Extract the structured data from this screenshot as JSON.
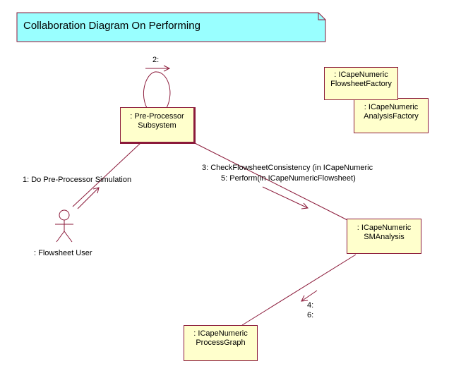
{
  "note": {
    "title": "Collaboration Diagram On Performing"
  },
  "objects": {
    "preprocessor": {
      "line1": ": Pre-Processor",
      "line2": "Subsystem"
    },
    "flowsheet_factory": {
      "line1": ": ICapeNumeric",
      "line2": "FlowsheetFactory"
    },
    "analysis_factory": {
      "line1": ": ICapeNumeric",
      "line2": "AnalysisFactory"
    },
    "sm_analysis": {
      "line1": ": ICapeNumeric",
      "line2": "SMAnalysis"
    },
    "process_graph": {
      "line1": ": ICapeNumeric",
      "line2": "ProcessGraph"
    }
  },
  "actor": {
    "name": ": Flowsheet User"
  },
  "messages": {
    "self_msg": "2:",
    "user_msg": "1: Do Pre-Processor Simulation",
    "analysis_msg_1": "3: CheckFlowsheetConsistency (in ICapeNumeric",
    "analysis_msg_2": "5: Perform(in ICapeNumericFlowsheet)",
    "graph_msg_1": "4:",
    "graph_msg_2": "6:"
  },
  "colors": {
    "note_fill": "#99ffff",
    "object_fill": "#ffffcc",
    "line": "#8b1a3a"
  }
}
